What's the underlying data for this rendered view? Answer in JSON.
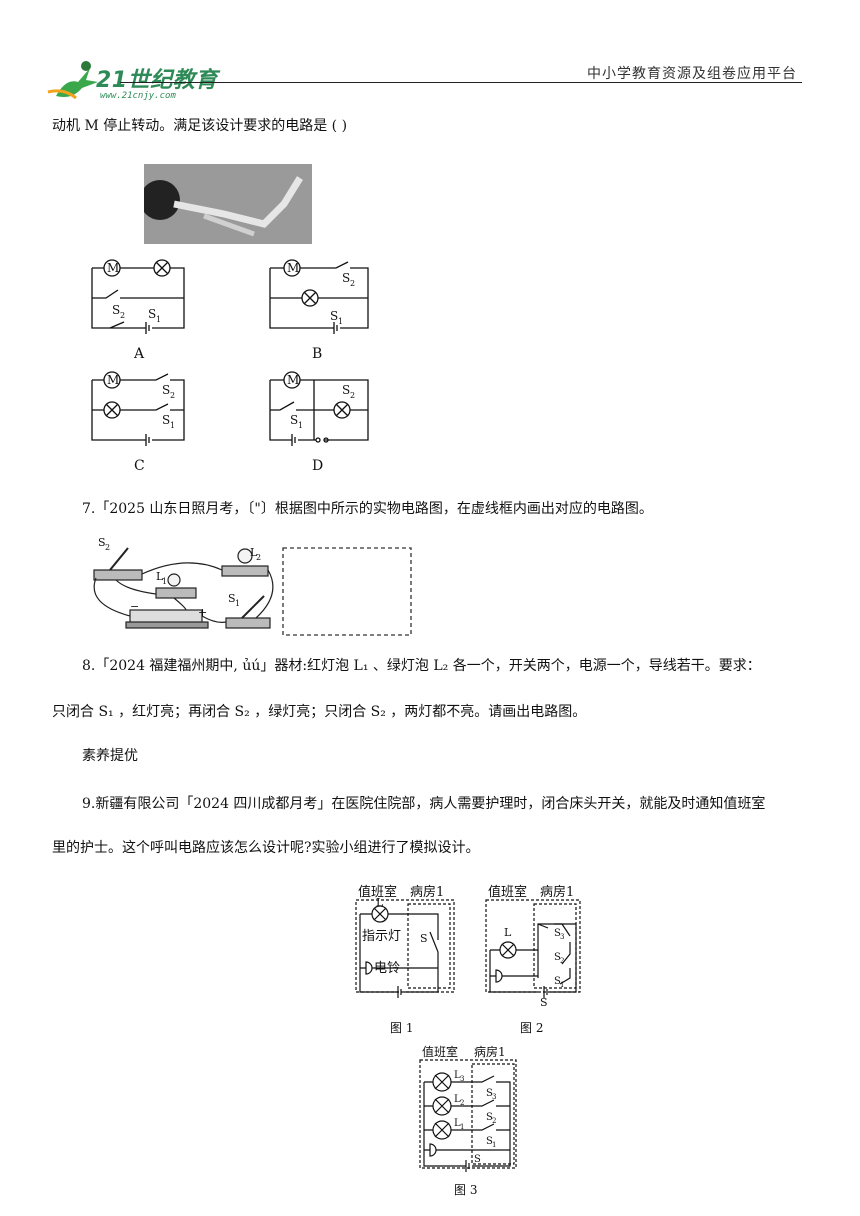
{
  "header": {
    "logo_text": "21世纪教育",
    "logo_url": "www.21cnjy.com",
    "platform": "中小学教育资源及组卷应用平台"
  },
  "q6": {
    "stem_tail": "动机  M 停止转动。满足该设计要求的电路是 (      )",
    "options": [
      "A",
      "B",
      "C",
      "D"
    ],
    "labels": {
      "M": "M",
      "S1": "S",
      "S2": "S",
      "sub1": "1",
      "sub2": "2"
    }
  },
  "q7": {
    "text": "7.「2025 山东日照月考，〔\"〕根据图中所示的实物电路图，在虚线框内画出对应的电路图。",
    "labels": {
      "S2": "S",
      "L2": "L",
      "L1": "L",
      "S1": "S",
      "sub1": "1",
      "sub2": "2",
      "minus": "−",
      "plus": "+"
    }
  },
  "q8": {
    "line1": "8.「2024 福建福州期中, ủú」器材:红灯泡 L₁ 、绿灯泡 L₂ 各一个，开关两个，电源一个，导线若干。要求：",
    "line2": "只闭合 S₁  ，红灯亮；再闭合 S₂  ，绿灯亮；只闭合 S₂  ，两灯都不亮。请画出电路图。"
  },
  "section": {
    "title": "素养提优"
  },
  "q9": {
    "line1": "9.新疆有限公司「2024 四川成都月考」在医院住院部，病人需要护理时，闭合床头开关，就能及时通知值班室",
    "line2": "里的护士。这个呼叫电路应该怎么设计呢?实验小组进行了模拟设计。",
    "duty_room": "值班室",
    "ward": "病房1",
    "indicator": "指示灯",
    "bell": "电铃",
    "fig1": "图 1",
    "fig2": "图 2",
    "fig3": "图 3",
    "L": "L",
    "S": "S",
    "sub1": "1",
    "sub2": "2",
    "sub3": "3"
  }
}
